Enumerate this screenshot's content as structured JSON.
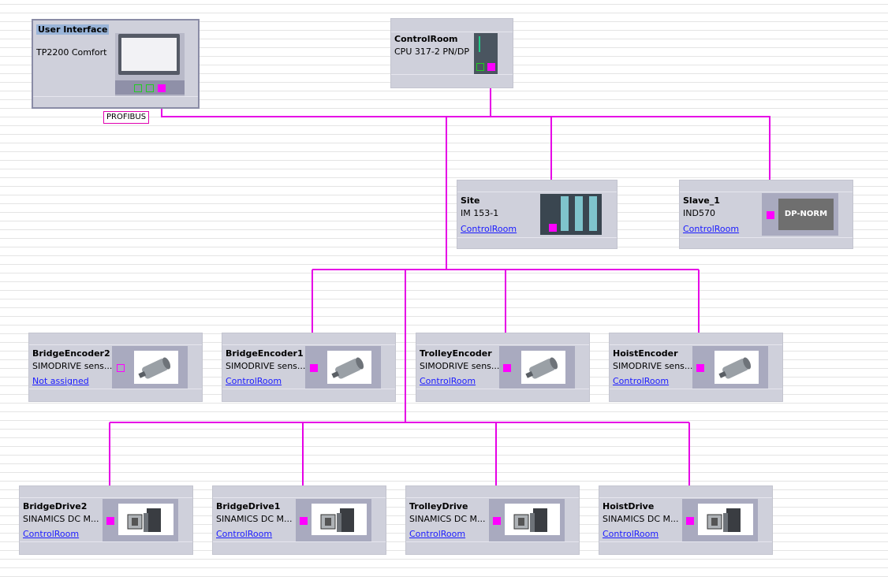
{
  "bus": {
    "label": "PROFIBUS",
    "color": "#e600e6"
  },
  "hmi": {
    "name": "User Interface",
    "type": "TP2200 Comfort"
  },
  "controller": {
    "name": "ControlRoom",
    "type": "CPU 317-2 PN/DP"
  },
  "site": {
    "name": "Site",
    "type": "IM 153-1",
    "master": "ControlRoom"
  },
  "slave1": {
    "name": "Slave_1",
    "type": "IND570",
    "master": "ControlRoom",
    "module_label": "DP-NORM"
  },
  "encoders": [
    {
      "name": "BridgeEncoder2",
      "type": "SIMODRIVE  sens...",
      "master": "Not assigned"
    },
    {
      "name": "BridgeEncoder1",
      "type": "SIMODRIVE  sens...",
      "master": "ControlRoom"
    },
    {
      "name": "TrolleyEncoder",
      "type": "SIMODRIVE  sens...",
      "master": "ControlRoom"
    },
    {
      "name": "HoistEncoder",
      "type": "SIMODRIVE  sens...",
      "master": "ControlRoom"
    }
  ],
  "drives": [
    {
      "name": "BridgeDrive2",
      "type": "SINAMICS  DC  M...",
      "master": "ControlRoom"
    },
    {
      "name": "BridgeDrive1",
      "type": "SINAMICS  DC  M...",
      "master": "ControlRoom"
    },
    {
      "name": "TrolleyDrive",
      "type": "SINAMICS  DC  M...",
      "master": "ControlRoom"
    },
    {
      "name": "HoistDrive",
      "type": "SINAMICS  DC  M...",
      "master": "ControlRoom"
    }
  ]
}
